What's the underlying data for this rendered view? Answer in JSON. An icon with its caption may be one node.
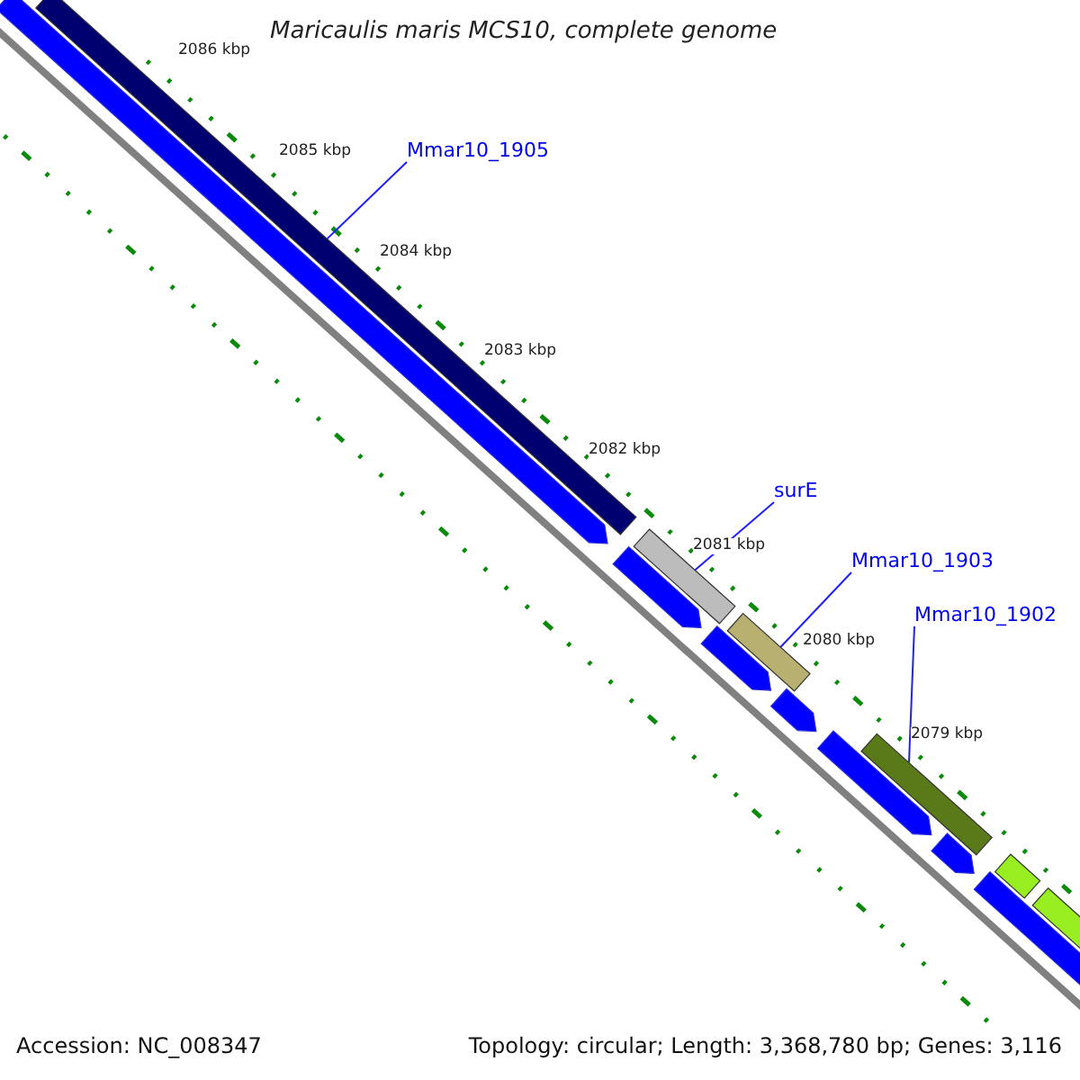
{
  "diagram": {
    "title": "Maricaulis maris MCS10, complete genome",
    "nodes": [
      {
        "text": [
          "Mmar10_1905"
        ]
      },
      {
        "text": [],
        "shape": "bar"
      },
      {
        "text": [
          "surE"
        ]
      },
      {
        "text": [],
        "shape": "bar"
      },
      {
        "text": [
          "Mmar10_1903"
        ]
      },
      {
        "text": [],
        "shape": "bar"
      },
      {
        "text": [
          "Mmar10_1902"
        ]
      },
      {
        "text": [],
        "shape": "bar"
      },
      {
        "text": [],
        "shape": "pentagon"
      },
      {
        "text": [],
        "shape": "pentagon"
      },
      {
        "text": [],
        "shape": "pentagon"
      },
      {
        "text": [],
        "shape": "pentagon"
      },
      {
        "text": [],
        "shape": "pentagon"
      },
      {
        "text": [],
        "shape": "pentagon"
      },
      {
        "text": [],
        "shape": "pentagon"
      },
      {
        "text": [],
        "shape": "bar"
      },
      {
        "text": [],
        "shape": "bar"
      }
    ],
    "edges": [
      {
        "from": 0,
        "to": 1,
        "arrow": "none"
      },
      {
        "from": 2,
        "to": 3,
        "arrow": "none"
      },
      {
        "from": 4,
        "to": 5,
        "arrow": "none"
      },
      {
        "from": 6,
        "to": 7,
        "arrow": "none"
      }
    ],
    "labels": [
      "2086 kbp",
      "2085 kbp",
      "2084 kbp",
      "2083 kbp",
      "2082 kbp",
      "2081 kbp",
      "2080 kbp",
      "2079 kbp",
      "Accession: NC_008347",
      "Topology: circular; Length: 3,368,780 bp; Genes: 3,116"
    ]
  }
}
